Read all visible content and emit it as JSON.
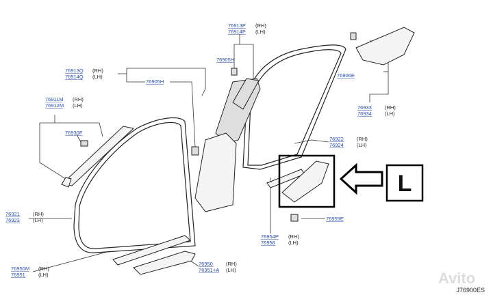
{
  "callouts": [
    {
      "id": "c1",
      "parts": [
        "76913P",
        "76914P"
      ],
      "sides": [
        "(RH)",
        "(LH)"
      ]
    },
    {
      "id": "c2",
      "parts": [
        "76905H"
      ],
      "sides": []
    },
    {
      "id": "c3",
      "parts": [
        "76913Q",
        "76914Q"
      ],
      "sides": [
        "(RH)",
        "(LH)"
      ]
    },
    {
      "id": "c4",
      "parts": [
        "76905H"
      ],
      "sides": []
    },
    {
      "id": "c5",
      "parts": [
        "76911M",
        "76912M"
      ],
      "sides": [
        "(RH)",
        "(LH)"
      ]
    },
    {
      "id": "c6",
      "parts": [
        "76930F"
      ],
      "sides": []
    },
    {
      "id": "c7",
      "parts": [
        "76906E"
      ],
      "sides": []
    },
    {
      "id": "c8",
      "parts": [
        "76933",
        "76934"
      ],
      "sides": [
        "(RH)",
        "(LH)"
      ]
    },
    {
      "id": "c9",
      "parts": [
        "76922",
        "76924"
      ],
      "sides": [
        "(RH)",
        "(LH)"
      ]
    },
    {
      "id": "c10",
      "parts": [
        "76921",
        "76923"
      ],
      "sides": [
        "(RH)",
        "(LH)"
      ]
    },
    {
      "id": "c11",
      "parts": [
        "76959E"
      ],
      "sides": []
    },
    {
      "id": "c12",
      "parts": [
        "76954P",
        "76958"
      ],
      "sides": [
        "(RH)",
        "(LH)"
      ]
    },
    {
      "id": "c13",
      "parts": [
        "76950M",
        "76951"
      ],
      "sides": [
        "(RH)",
        "(LH)"
      ]
    },
    {
      "id": "c14",
      "parts": [
        "76950",
        "76951+A"
      ],
      "sides": [
        "(RH)",
        "(LH)"
      ]
    }
  ],
  "highlight_letter": "L",
  "drawing_code": "J76900ES",
  "watermark": "Avito"
}
